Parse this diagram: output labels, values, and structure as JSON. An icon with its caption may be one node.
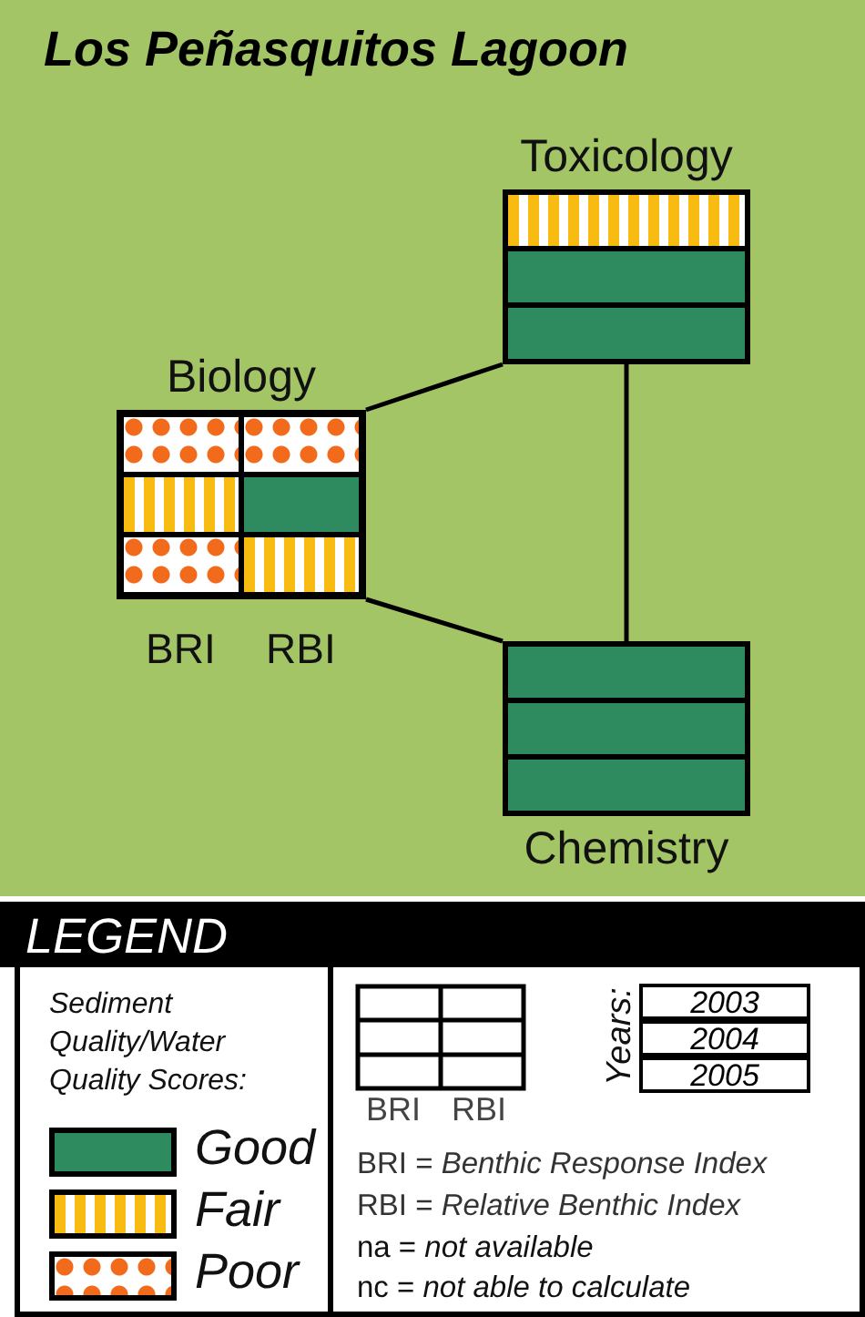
{
  "diagram": {
    "title": "Los Peñasquitos Lagoon",
    "nodes": [
      {
        "text": [
          "Toxicology"
        ]
      },
      {
        "text": [],
        "shape": "box",
        "in": 0
      },
      {
        "text": [],
        "shape": "box",
        "in": 0
      },
      {
        "text": [],
        "shape": "box",
        "in": 0
      },
      {
        "text": [
          "Biology"
        ]
      },
      {
        "text": [],
        "shape": "box",
        "in": 4
      },
      {
        "text": [],
        "shape": "box",
        "in": 4
      },
      {
        "text": [],
        "shape": "box",
        "in": 4
      },
      {
        "text": [],
        "shape": "box",
        "in": 4
      },
      {
        "text": [],
        "shape": "box",
        "in": 4
      },
      {
        "text": [],
        "shape": "box",
        "in": 4
      },
      {
        "text": [
          "Chemistry"
        ]
      },
      {
        "text": [],
        "shape": "box",
        "in": 11
      },
      {
        "text": [],
        "shape": "box",
        "in": 11
      },
      {
        "text": [],
        "shape": "box",
        "in": 11
      },
      {
        "text": [
          "2003"
        ]
      },
      {
        "text": [
          "2004"
        ]
      },
      {
        "text": [
          "2005"
        ]
      }
    ],
    "edges": [
      {
        "from": 4,
        "to": 0,
        "arrow": "none"
      },
      {
        "from": 4,
        "to": 11,
        "arrow": "none"
      },
      {
        "from": 0,
        "to": 11,
        "arrow": "none"
      }
    ],
    "labels": [
      "BRI",
      "RBI",
      "LEGEND",
      "Sediment Quality/Water Quality Scores:",
      "BRI",
      "RBI",
      "Years:",
      "BRI = *Benthic Response Index*",
      "RBI = *Relative Benthic Index*",
      "na = *not available*",
      "nc = *not able to calculate*"
    ],
    "legend": [
      {
        "text": "Good",
        "color": "#2e8b5f"
      },
      {
        "text": "Fair"
      },
      {
        "text": "Poor"
      }
    ]
  }
}
